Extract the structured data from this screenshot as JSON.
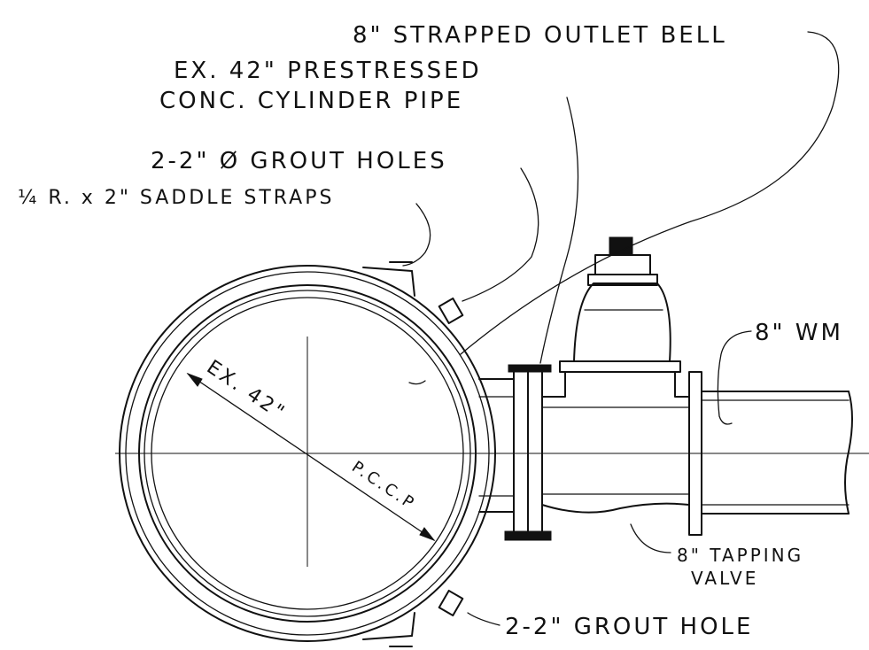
{
  "colors": {
    "ink": "#111111",
    "paper": "#ffffff"
  },
  "labels": {
    "outlet_bell": "8\" STRAPPED OUTLET BELL",
    "pipe_line1": "EX. 42\" PRESTRESSED",
    "pipe_line2": "CONC. CYLINDER PIPE",
    "grout_holes_top": "2-2\" Ø GROUT HOLES",
    "saddle_straps": "¼ R. x 2\" SADDLE STRAPS",
    "wm": "8\" WM",
    "diameter_label": "EX. 42\"",
    "pccp_label": "P.C.C.P",
    "tapping_valve_line1": "8\" TAPPING",
    "tapping_valve_line2": "VALVE",
    "grout_hole_bottom": "2-2\" GROUT HOLE"
  }
}
